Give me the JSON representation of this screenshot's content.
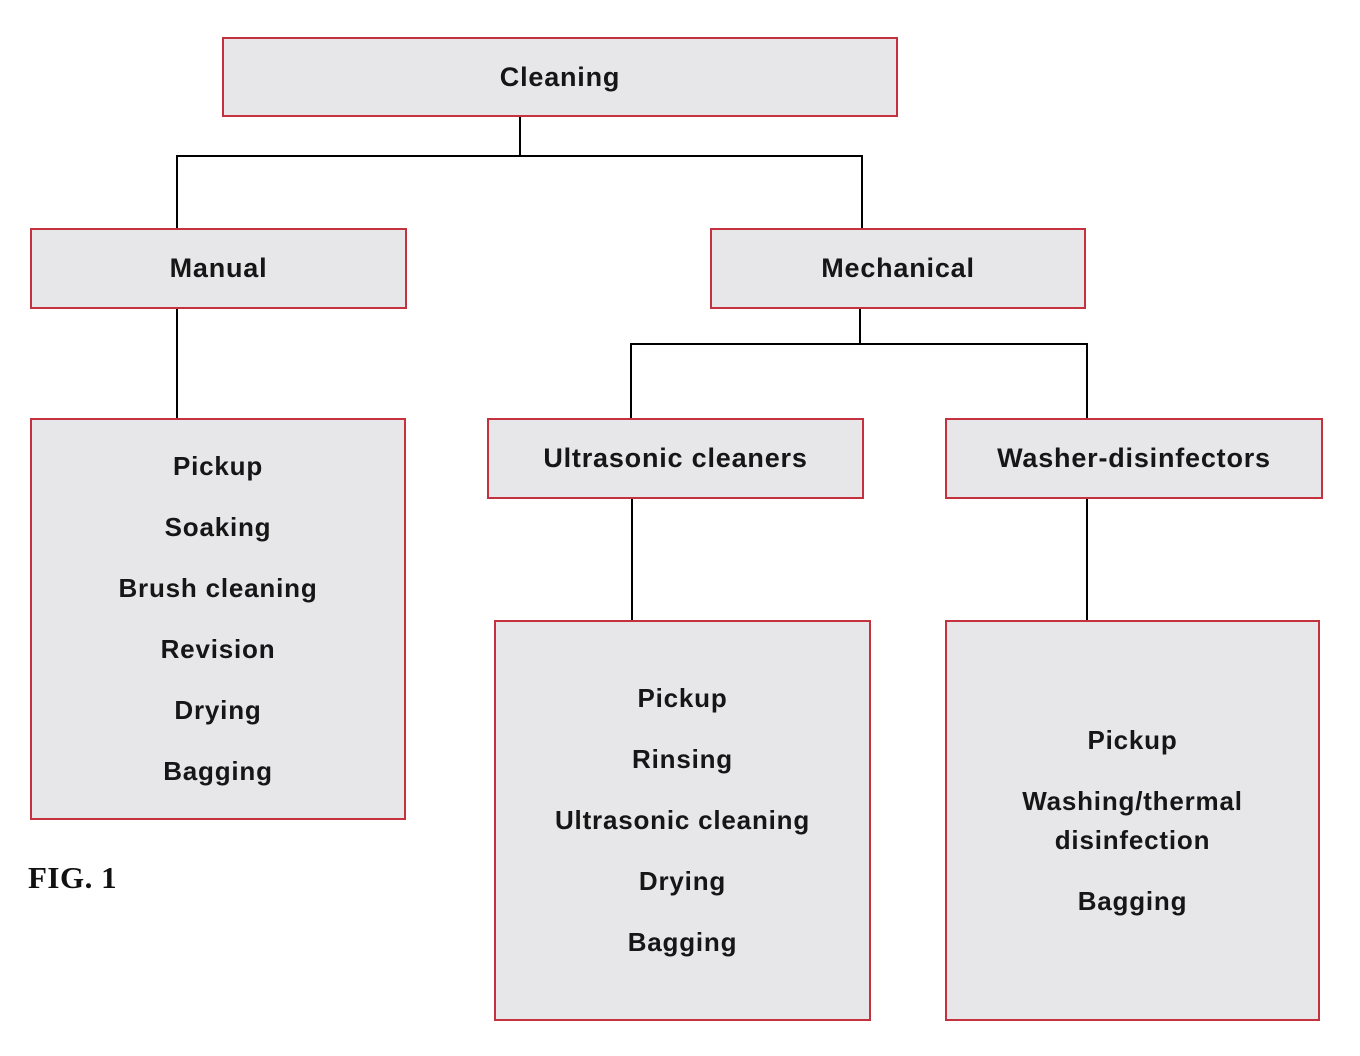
{
  "figure_label": "FIG. 1",
  "colors": {
    "box_fill": "#e7e7e9",
    "box_border": "#c4323f",
    "connector_line": "#000000",
    "text": "#161616"
  },
  "tree": {
    "root": {
      "label": "Cleaning"
    },
    "manual": {
      "label": "Manual",
      "steps": [
        "Pickup",
        "Soaking",
        "Brush cleaning",
        "Revision",
        "Drying",
        "Bagging"
      ]
    },
    "mechanical": {
      "label": "Mechanical",
      "ultrasonic": {
        "label": "Ultrasonic cleaners",
        "steps": [
          "Pickup",
          "Rinsing",
          "Ultrasonic cleaning",
          "Drying",
          "Bagging"
        ]
      },
      "washer": {
        "label": "Washer-disinfectors",
        "steps": [
          "Pickup",
          "Washing/thermal disinfection",
          "Bagging"
        ]
      }
    }
  }
}
